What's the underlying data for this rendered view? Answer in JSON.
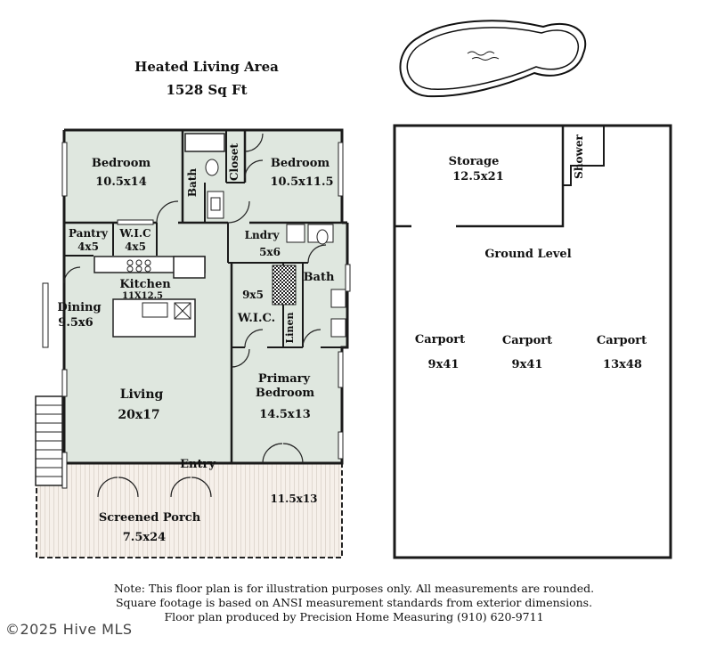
{
  "header": {
    "title_line1": "Heated Living Area",
    "title_line2": "1528 Sq Ft"
  },
  "rooms": {
    "bedroom1": {
      "name": "Bedroom",
      "size": "10.5x14"
    },
    "bath1": {
      "name": "Bath"
    },
    "closet": {
      "name": "Closet"
    },
    "bedroom2": {
      "name": "Bedroom",
      "size": "10.5x11.5"
    },
    "pantry": {
      "name": "Pantry",
      "size": "4x5"
    },
    "wic1": {
      "name": "W.I.C",
      "size": "4x5"
    },
    "laundry": {
      "name": "Lndry",
      "size": "5x6"
    },
    "kitchen": {
      "name": "Kitchen",
      "size": "11X12.5"
    },
    "dining": {
      "name": "Dining",
      "size": "9.5x6"
    },
    "wic2": {
      "name": "W.I.C.",
      "size": "9x5"
    },
    "linen": {
      "name": "Linen"
    },
    "bath2": {
      "name": "Bath"
    },
    "living": {
      "name": "Living",
      "size": "20x17"
    },
    "primary": {
      "name_line1": "Primary",
      "name_line2": "Bedroom",
      "size": "14.5x13"
    },
    "entry": {
      "name": "Entry"
    },
    "porch": {
      "name": "Screened Porch",
      "size": "7.5x24"
    },
    "deck": {
      "size": "11.5x13"
    }
  },
  "ground": {
    "storage": {
      "name": "Storage",
      "size": "12.5x21"
    },
    "shower": {
      "name": "Shower"
    },
    "level": {
      "name": "Ground Level"
    },
    "carport1": {
      "name": "Carport",
      "size": "9x41"
    },
    "carport2": {
      "name": "Carport",
      "size": "9x41"
    },
    "carport3": {
      "name": "Carport",
      "size": "13x48"
    }
  },
  "notes": {
    "line1": "Note: This floor plan is for illustration purposes only. All measurements are rounded.",
    "line2": "Square footage is based on ANSI measurement standards from exterior dimensions.",
    "line3": "Floor plan produced by Precision Home Measuring (910) 620-9711"
  },
  "watermark": "©2025 Hive MLS",
  "colors": {
    "room_fill": "#dfe7df",
    "wall": "#1a1a1a",
    "porch_fill": "#f3ede6"
  }
}
